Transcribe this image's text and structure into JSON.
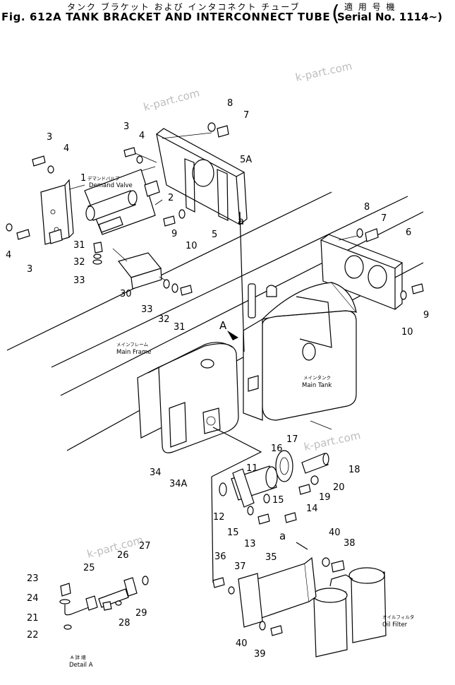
{
  "header": {
    "title_jp": "タンク ブラケット および インタコネクト チューブ",
    "title": "Fig. 612A   TANK BRACKET AND INTERCONNECT TUBE",
    "serial_jp": "適 用 号 機",
    "serial": "Serial No. 1114~)"
  },
  "watermark": "k-part.com",
  "labels": {
    "demand_valve_jp": "デマンドバルブ",
    "demand_valve": "Demand Valve",
    "main_frame_jp": "メインフレーム",
    "main_frame": "Main Frame",
    "main_tank_jp": "メインタンク",
    "main_tank": "Main Tank",
    "oil_filter_jp": "オイルフィルタ",
    "oil_filter": "Oil Filter",
    "detail_jp": "A 詳 細",
    "detail": "Detail A",
    "ref_A": "A",
    "ref_a": "a"
  },
  "callouts": [
    {
      "id": "c1",
      "text": "1"
    },
    {
      "id": "c2",
      "text": "2"
    },
    {
      "id": "c3a",
      "text": "3"
    },
    {
      "id": "c3b",
      "text": "3"
    },
    {
      "id": "c3c",
      "text": "3"
    },
    {
      "id": "c4a",
      "text": "4"
    },
    {
      "id": "c4b",
      "text": "4"
    },
    {
      "id": "c4c",
      "text": "4"
    },
    {
      "id": "c5",
      "text": "5"
    },
    {
      "id": "c5A",
      "text": "5A"
    },
    {
      "id": "c6",
      "text": "6"
    },
    {
      "id": "c7a",
      "text": "7"
    },
    {
      "id": "c7b",
      "text": "7"
    },
    {
      "id": "c8a",
      "text": "8"
    },
    {
      "id": "c8b",
      "text": "8"
    },
    {
      "id": "c9a",
      "text": "9"
    },
    {
      "id": "c9b",
      "text": "9"
    },
    {
      "id": "c10a",
      "text": "10"
    },
    {
      "id": "c10b",
      "text": "10"
    },
    {
      "id": "c11",
      "text": "11"
    },
    {
      "id": "c12",
      "text": "12"
    },
    {
      "id": "c13",
      "text": "13"
    },
    {
      "id": "c14",
      "text": "14"
    },
    {
      "id": "c15a",
      "text": "15"
    },
    {
      "id": "c15b",
      "text": "15"
    },
    {
      "id": "c16",
      "text": "16"
    },
    {
      "id": "c17",
      "text": "17"
    },
    {
      "id": "c18",
      "text": "18"
    },
    {
      "id": "c19",
      "text": "19"
    },
    {
      "id": "c20",
      "text": "20"
    },
    {
      "id": "c21",
      "text": "21"
    },
    {
      "id": "c22",
      "text": "22"
    },
    {
      "id": "c23",
      "text": "23"
    },
    {
      "id": "c24",
      "text": "24"
    },
    {
      "id": "c25",
      "text": "25"
    },
    {
      "id": "c26",
      "text": "26"
    },
    {
      "id": "c27",
      "text": "27"
    },
    {
      "id": "c28",
      "text": "28"
    },
    {
      "id": "c29",
      "text": "29"
    },
    {
      "id": "c30",
      "text": "30"
    },
    {
      "id": "c31a",
      "text": "31"
    },
    {
      "id": "c31b",
      "text": "31"
    },
    {
      "id": "c32a",
      "text": "32"
    },
    {
      "id": "c32b",
      "text": "32"
    },
    {
      "id": "c33a",
      "text": "33"
    },
    {
      "id": "c33b",
      "text": "33"
    },
    {
      "id": "c34",
      "text": "34"
    },
    {
      "id": "c34A",
      "text": "34A"
    },
    {
      "id": "c35",
      "text": "35"
    },
    {
      "id": "c36",
      "text": "36"
    },
    {
      "id": "c37",
      "text": "37"
    },
    {
      "id": "c38",
      "text": "38"
    },
    {
      "id": "c39",
      "text": "39"
    },
    {
      "id": "c40a",
      "text": "40"
    },
    {
      "id": "c40b",
      "text": "40"
    }
  ]
}
